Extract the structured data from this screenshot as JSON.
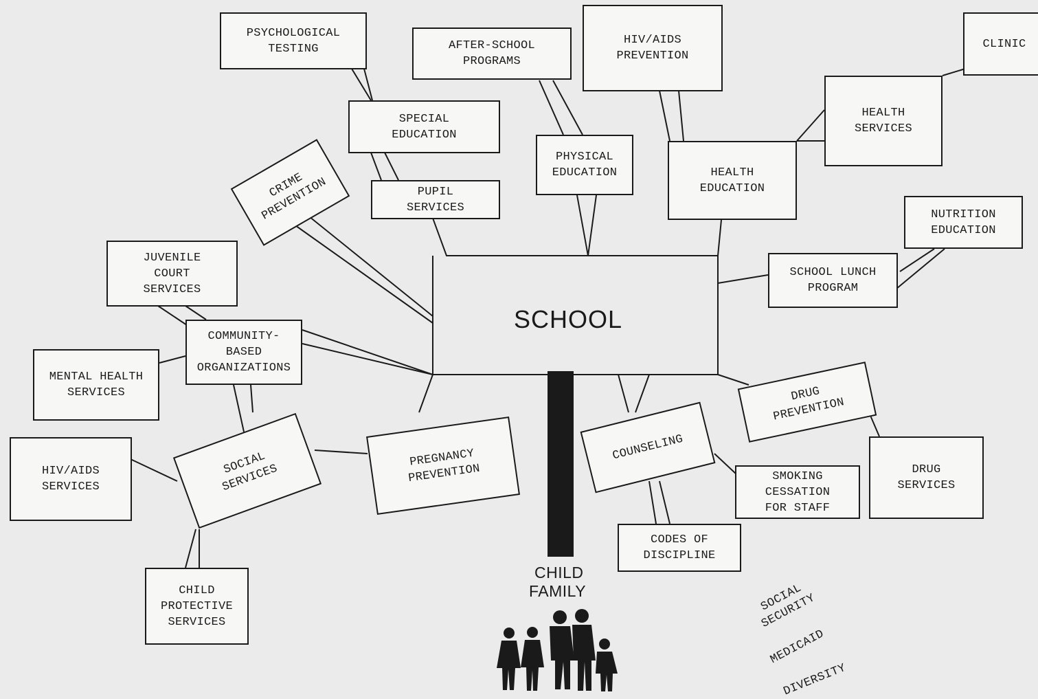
{
  "center": {
    "school": "SCHOOL",
    "child": "CHILD",
    "family": "FAMILY"
  },
  "boxes": {
    "psychological_testing": "PSYCHOLOGICAL\nTESTING",
    "after_school": "AFTER-SCHOOL\nPROGRAMS",
    "hiv_aids_prevention": "HIV/AIDS\nPREVENTION",
    "clinic": "CLINIC",
    "special_education": "SPECIAL\nEDUCATION",
    "health_services": "HEALTH\nSERVICES",
    "crime_prevention": "CRIME\nPREVENTION",
    "physical_education": "PHYSICAL\nEDUCATION",
    "health_education": "HEALTH\nEDUCATION",
    "pupil_services": "PUPIL\nSERVICES",
    "nutrition_education": "NUTRITION\nEDUCATION",
    "juvenile_court": "JUVENILE\nCOURT\nSERVICES",
    "school_lunch": "SCHOOL LUNCH\nPROGRAM",
    "community_based": "COMMUNITY-\nBASED\nORGANIZATIONS",
    "mental_health": "MENTAL HEALTH\nSERVICES",
    "drug_prevention": "DRUG\nPREVENTION",
    "hiv_aids_services": "HIV/AIDS\nSERVICES",
    "social_services": "SOCIAL\nSERVICES",
    "pregnancy_prevention": "PREGNANCY\nPREVENTION",
    "counseling": "COUNSELING",
    "drug_services": "DRUG\nSERVICES",
    "smoking_cessation": "SMOKING\nCESSATION\nFOR STAFF",
    "codes_of_discipline": "CODES OF\nDISCIPLINE",
    "child_protective": "CHILD\nPROTECTIVE\nSERVICES"
  },
  "bottom_right": {
    "social_security": "SOCIAL\nSECURITY",
    "medicaid": "MEDICAID",
    "diversity": "DIVERSITY"
  }
}
